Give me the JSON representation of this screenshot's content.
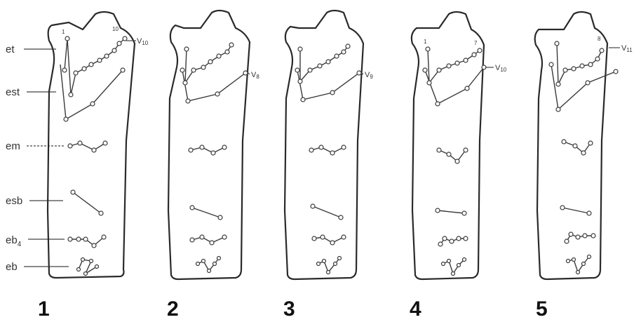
{
  "structure_labels": {
    "et": "et",
    "est": "est",
    "em": "em",
    "esb": "esb",
    "eb4": "eb",
    "eb4_sub": "4",
    "eb": "eb"
  },
  "specimens": [
    {
      "number": "1",
      "vertebra_label": "V",
      "vertebra_sub": "10",
      "tooth_label": "10",
      "first_label": "1"
    },
    {
      "number": "2",
      "vertebra_label": "V",
      "vertebra_sub": "8",
      "tooth_label": "",
      "first_label": ""
    },
    {
      "number": "3",
      "vertebra_label": "V",
      "vertebra_sub": "9",
      "tooth_label": "",
      "first_label": ""
    },
    {
      "number": "4",
      "vertebra_label": "V",
      "vertebra_sub": "10",
      "tooth_label": "7",
      "first_label": "1"
    },
    {
      "number": "5",
      "vertebra_label": "V",
      "vertebra_sub": "11",
      "tooth_label": "8",
      "first_label": ""
    }
  ]
}
